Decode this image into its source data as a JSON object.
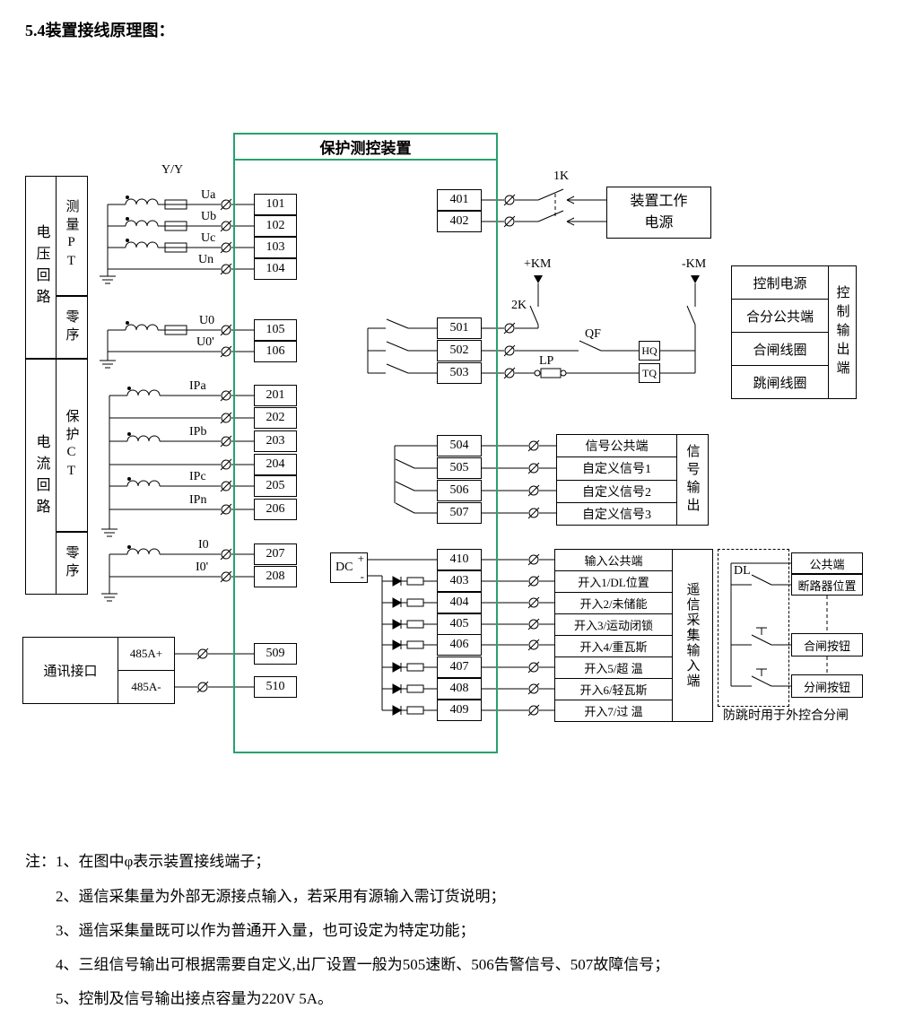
{
  "title": "5.4装置接线原理图：",
  "device": {
    "title": "保护测控装置"
  },
  "left": {
    "voltage_loop": "电压回路",
    "measure_pt": "测量PT",
    "zero_seq_v": "零序",
    "current_loop": "电流回路",
    "protect_ct": "保护CT",
    "zero_seq_c": "零序",
    "comm": "通讯接口",
    "rs485p": "485A+",
    "rs485m": "485A-"
  },
  "labels": {
    "yy": "Y/Y",
    "ua": "Ua",
    "ub": "Ub",
    "uc": "Uc",
    "un": "Un",
    "u0": "U0",
    "u0p": "U0'",
    "ipa": "IPa",
    "ipb": "IPb",
    "ipc": "IPc",
    "ipn": "IPn",
    "i0": "I0",
    "i0p": "I0'",
    "k1": "1K",
    "k2": "2K",
    "kmp": "+KM",
    "kmm": "-KM",
    "qf": "QF",
    "lp": "LP",
    "hq": "HQ",
    "tq": "TQ",
    "dc": "DC",
    "plus": "+",
    "minus": "-",
    "dl": "DL"
  },
  "terminals": {
    "t101": "101",
    "t102": "102",
    "t103": "103",
    "t104": "104",
    "t105": "105",
    "t106": "106",
    "t201": "201",
    "t202": "202",
    "t203": "203",
    "t204": "204",
    "t205": "205",
    "t206": "206",
    "t207": "207",
    "t208": "208",
    "t509": "509",
    "t510": "510",
    "t401": "401",
    "t402": "402",
    "t501": "501",
    "t502": "502",
    "t503": "503",
    "t504": "504",
    "t505": "505",
    "t506": "506",
    "t507": "507",
    "t410": "410",
    "t403": "403",
    "t404": "404",
    "t405": "405",
    "t406": "406",
    "t407": "407",
    "t408": "408",
    "t409": "409"
  },
  "power_box": "装置工作电源",
  "control_out": {
    "rows": [
      "控制电源",
      "合分公共端",
      "合闸线圈",
      "跳闸线圈"
    ],
    "side": "控制输出端"
  },
  "signal_out": {
    "rows": [
      "信号公共端",
      "自定义信号1",
      "自定义信号2",
      "自定义信号3"
    ],
    "side": "信号输出"
  },
  "remote_in": {
    "rows": [
      "输入公共端",
      "开入1/DL位置",
      "开入2/未储能",
      "开入3/运动闭锁",
      "开入4/重瓦斯",
      "开入5/超  温",
      "开入6/轻瓦斯",
      "开入7/过  温"
    ],
    "side": "遥信采集输入端"
  },
  "external": {
    "rows": [
      "公共端",
      "断路器位置",
      "合闸按钮",
      "分闸按钮"
    ],
    "note": "防跳时用于外控合分闸"
  },
  "notes": [
    "注：1、在图中φ表示装置接线端子；",
    "2、遥信采集量为外部无源接点输入，若采用有源输入需订货说明；",
    "3、遥信采集量既可以作为普通开入量，也可设定为特定功能；",
    "4、三组信号输出可根据需要自定义,出厂设置一般为505速断、506告警信号、507故障信号；",
    "5、控制及信号输出接点容量为220V  5A。"
  ]
}
